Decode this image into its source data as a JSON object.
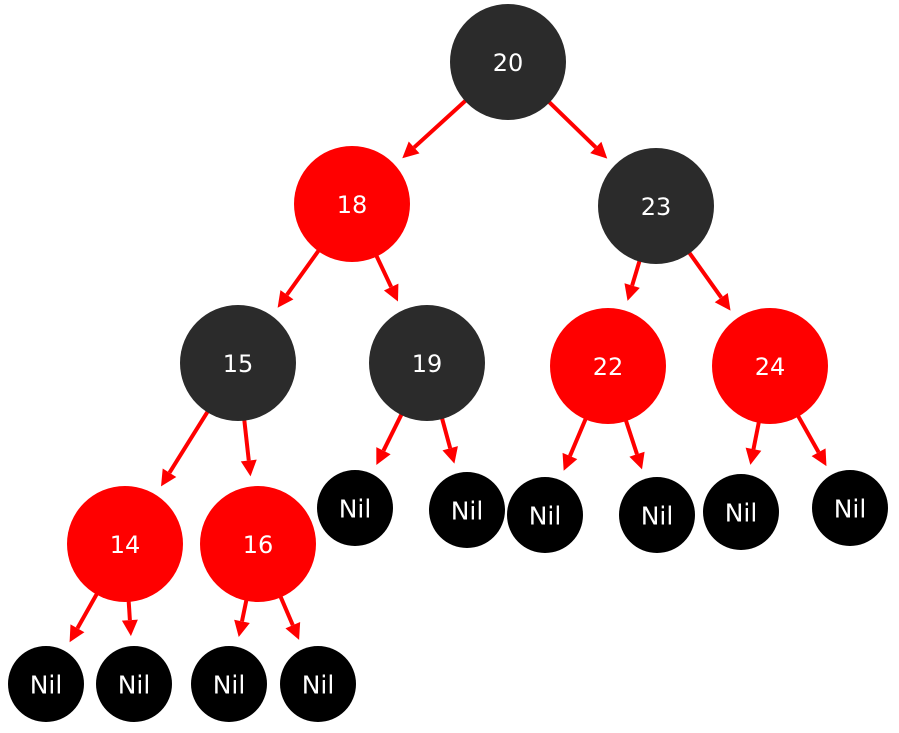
{
  "colors": {
    "red_node": "#ff0000",
    "black_node": "#2b2b2b",
    "nil_node": "#000000",
    "edge": "#ff0000",
    "label": "#ffffff"
  },
  "nodes": [
    {
      "id": "n20",
      "label": "20",
      "color": "black"
    },
    {
      "id": "n18",
      "label": "18",
      "color": "red"
    },
    {
      "id": "n23",
      "label": "23",
      "color": "black"
    },
    {
      "id": "n15",
      "label": "15",
      "color": "black"
    },
    {
      "id": "n19",
      "label": "19",
      "color": "black"
    },
    {
      "id": "n22",
      "label": "22",
      "color": "red"
    },
    {
      "id": "n24",
      "label": "24",
      "color": "red"
    },
    {
      "id": "n14",
      "label": "14",
      "color": "red"
    },
    {
      "id": "n16",
      "label": "16",
      "color": "red"
    },
    {
      "id": "nil19a",
      "label": "Nil",
      "color": "nil"
    },
    {
      "id": "nil19b",
      "label": "Nil",
      "color": "nil"
    },
    {
      "id": "nil22a",
      "label": "Nil",
      "color": "nil"
    },
    {
      "id": "nil22b",
      "label": "Nil",
      "color": "nil"
    },
    {
      "id": "nil24a",
      "label": "Nil",
      "color": "nil"
    },
    {
      "id": "nil24b",
      "label": "Nil",
      "color": "nil"
    },
    {
      "id": "nil14a",
      "label": "Nil",
      "color": "nil"
    },
    {
      "id": "nil14b",
      "label": "Nil",
      "color": "nil"
    },
    {
      "id": "nil16a",
      "label": "Nil",
      "color": "nil"
    },
    {
      "id": "nil16b",
      "label": "Nil",
      "color": "nil"
    }
  ],
  "edges": [
    {
      "from": "n20",
      "to": "n18"
    },
    {
      "from": "n20",
      "to": "n23"
    },
    {
      "from": "n18",
      "to": "n15"
    },
    {
      "from": "n18",
      "to": "n19"
    },
    {
      "from": "n23",
      "to": "n22"
    },
    {
      "from": "n23",
      "to": "n24"
    },
    {
      "from": "n15",
      "to": "n14"
    },
    {
      "from": "n15",
      "to": "n16"
    },
    {
      "from": "n19",
      "to": "nil19a"
    },
    {
      "from": "n19",
      "to": "nil19b"
    },
    {
      "from": "n22",
      "to": "nil22a"
    },
    {
      "from": "n22",
      "to": "nil22b"
    },
    {
      "from": "n24",
      "to": "nil24a"
    },
    {
      "from": "n24",
      "to": "nil24b"
    },
    {
      "from": "n14",
      "to": "nil14a"
    },
    {
      "from": "n14",
      "to": "nil14b"
    },
    {
      "from": "n16",
      "to": "nil16a"
    },
    {
      "from": "n16",
      "to": "nil16b"
    }
  ]
}
